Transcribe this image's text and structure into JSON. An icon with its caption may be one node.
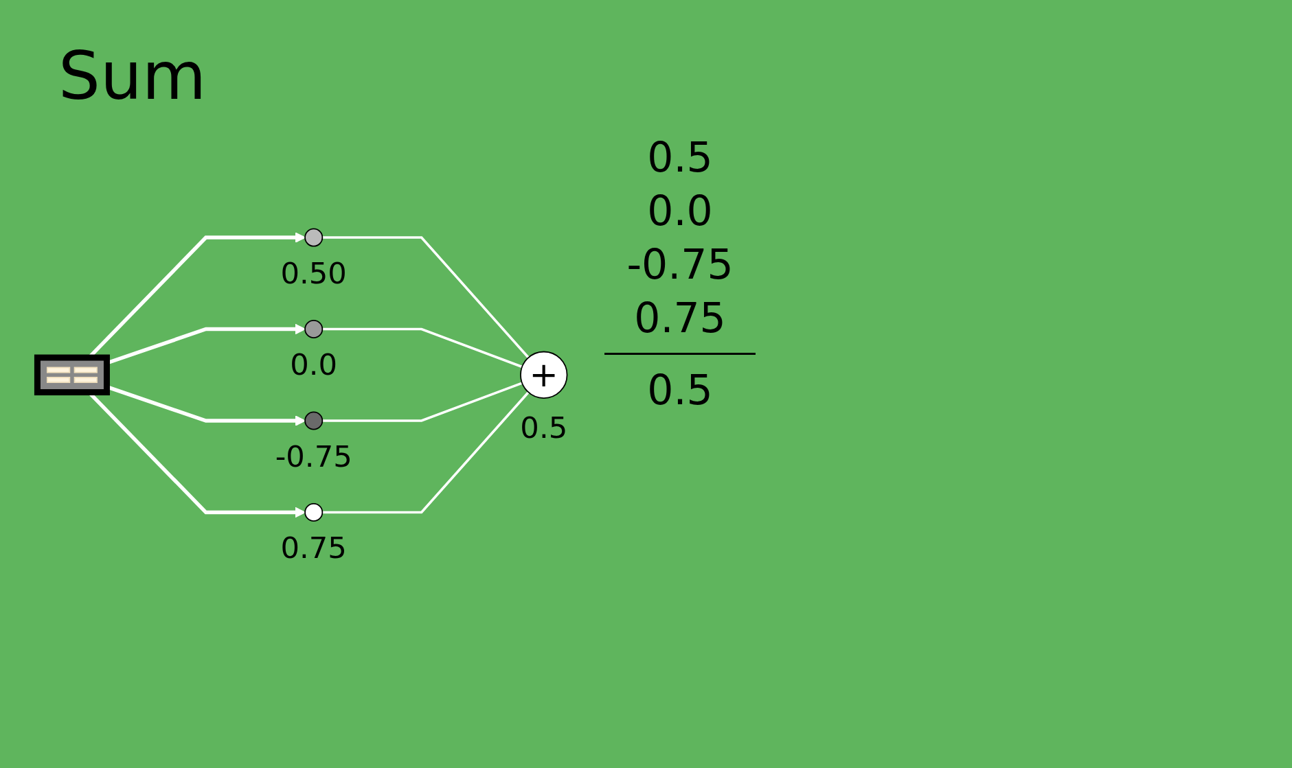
{
  "diagram": {
    "title": "Sum",
    "nodes": [
      {
        "text": [],
        "shape": "picture"
      },
      {
        "text": [],
        "shape": "circle",
        "beside": [
          "0.50"
        ]
      },
      {
        "text": [],
        "shape": "circle",
        "beside": [
          "0.0"
        ]
      },
      {
        "text": [],
        "shape": "circle",
        "beside": [
          "-0.75"
        ]
      },
      {
        "text": [],
        "shape": "circle",
        "beside": [
          "0.75"
        ]
      },
      {
        "text": [
          "+"
        ],
        "beside": [
          "0.5"
        ]
      }
    ],
    "edges": [
      {
        "from": 0,
        "to": 1,
        "arrow": "to"
      },
      {
        "from": 0,
        "to": 2,
        "arrow": "to"
      },
      {
        "from": 0,
        "to": 3,
        "arrow": "to"
      },
      {
        "from": 0,
        "to": 4,
        "arrow": "to"
      },
      {
        "from": 1,
        "to": 5,
        "arrow": "none"
      },
      {
        "from": 2,
        "to": 5,
        "arrow": "none"
      },
      {
        "from": 3,
        "to": 5,
        "arrow": "none"
      },
      {
        "from": 4,
        "to": 5,
        "arrow": "none"
      }
    ],
    "labels": [
      "0.5",
      "0.0",
      "-0.75",
      "0.75",
      "0.5"
    ]
  }
}
